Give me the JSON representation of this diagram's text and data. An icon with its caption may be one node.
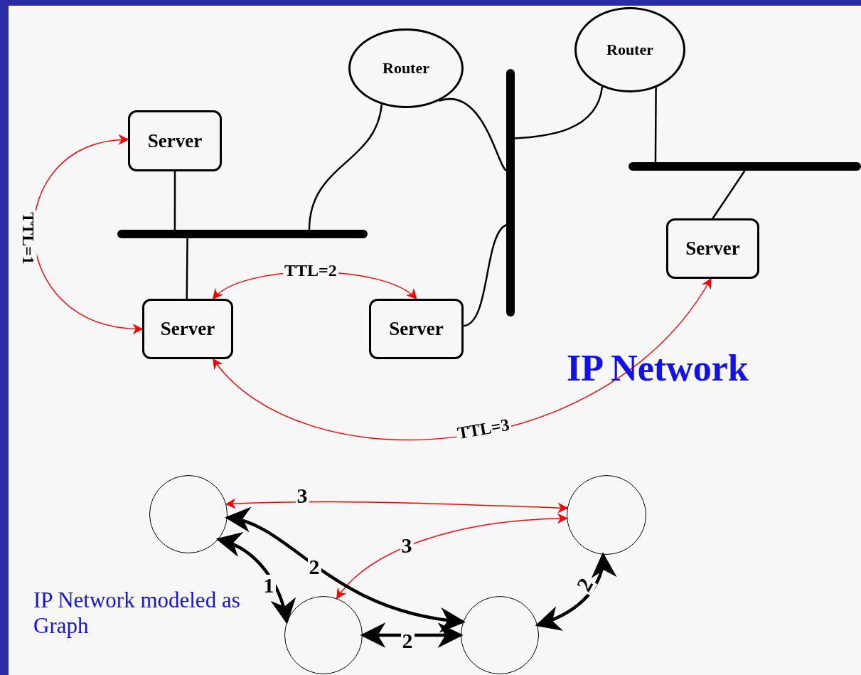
{
  "diagram": {
    "nodes": [
      {
        "text": [
          "Router"
        ]
      },
      {
        "text": [
          "Router"
        ]
      },
      {
        "text": [
          "Server"
        ]
      },
      {
        "text": [
          "Server"
        ]
      },
      {
        "text": [
          "Server"
        ]
      },
      {
        "text": [
          "Server"
        ]
      },
      {
        "text": [],
        "shape": "bar"
      },
      {
        "text": [],
        "shape": "bar"
      },
      {
        "text": [],
        "shape": "bar"
      },
      {
        "text": [],
        "shape": "circle"
      },
      {
        "text": [],
        "shape": "circle"
      },
      {
        "text": [],
        "shape": "circle"
      },
      {
        "text": [],
        "shape": "circle"
      }
    ],
    "edges": [
      {
        "from": 2,
        "to": 6,
        "arrow": "none"
      },
      {
        "from": 6,
        "to": 3,
        "arrow": "none"
      },
      {
        "from": 6,
        "to": 0,
        "arrow": "none"
      },
      {
        "from": 0,
        "to": 7,
        "arrow": "none"
      },
      {
        "from": 7,
        "to": 4,
        "arrow": "none"
      },
      {
        "from": 1,
        "to": 7,
        "arrow": "none"
      },
      {
        "from": 1,
        "to": 8,
        "arrow": "none"
      },
      {
        "from": 8,
        "to": 5,
        "arrow": "none"
      },
      {
        "from": 2,
        "to": 3,
        "arrow": "both",
        "label": "TTL=1",
        "color": "#ff0000"
      },
      {
        "from": 3,
        "to": 4,
        "arrow": "both",
        "label": "TTL=2",
        "color": "#ff0000"
      },
      {
        "from": 3,
        "to": 5,
        "arrow": "both",
        "label": "TTL=3",
        "color": "#ff0000"
      },
      {
        "from": 9,
        "to": 10,
        "arrow": "both",
        "label": "3",
        "color": "#ff0000"
      },
      {
        "from": 10,
        "to": 11,
        "arrow": "both",
        "label": "3",
        "color": "#ff0000"
      },
      {
        "from": 9,
        "to": 12,
        "arrow": "both",
        "label": "2",
        "style": "thick"
      },
      {
        "from": 9,
        "to": 11,
        "arrow": "both",
        "label": "1",
        "style": "thick"
      },
      {
        "from": 11,
        "to": 12,
        "arrow": "both",
        "label": "2",
        "style": "thick"
      },
      {
        "from": 12,
        "to": 10,
        "arrow": "both",
        "label": "2",
        "style": "thick"
      }
    ],
    "labels": [
      "IP Network",
      "IP Network modeled as Graph"
    ]
  }
}
